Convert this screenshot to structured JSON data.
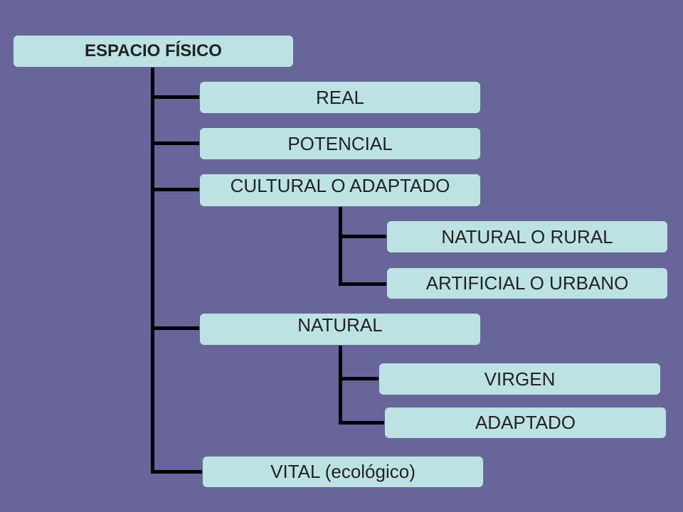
{
  "colors": {
    "background": "#67659a",
    "node_fill": "#bde2e4",
    "node_text": "#222222",
    "connector": "#000000"
  },
  "diagram": {
    "root": {
      "label": "ESPACIO FÍSICO",
      "children": [
        {
          "label": "REAL"
        },
        {
          "label": "POTENCIAL"
        },
        {
          "label": "CULTURAL O ADAPTADO",
          "children": [
            {
              "label": "NATURAL O RURAL"
            },
            {
              "label": "ARTIFICIAL O URBANO"
            }
          ]
        },
        {
          "label": "NATURAL",
          "children": [
            {
              "label": "VIRGEN"
            },
            {
              "label": "ADAPTADO"
            }
          ]
        },
        {
          "label": "VITAL (ecológico)"
        }
      ]
    }
  }
}
